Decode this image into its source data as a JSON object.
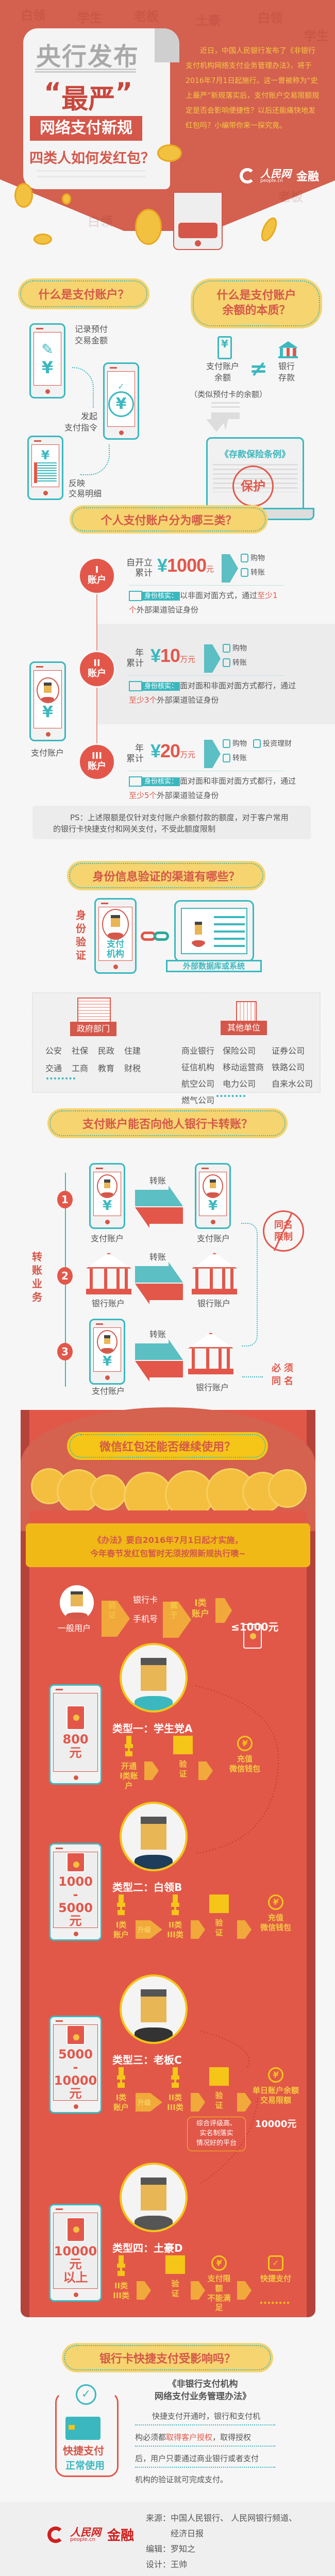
{
  "hero": {
    "title1": "央行发布",
    "quote_open": "“",
    "title2": "最严",
    "quote_close": "”",
    "title3": "网络支付新规",
    "title4": "四类人如何发红包？",
    "intro": "近日，中国人民银行发布了《非银行支付机构网络支付业务管理办法》，将于2016年7月1日起施行。这一曾被称为“史上最严”新规落实后，支付账户交易限额规定是否会影响便捷性？以后还能痛快地发红包吗？小编带你来一探究竟。",
    "logo_text": "人民网",
    "logo_sub": "people.cn",
    "logo_channel": "金融",
    "bg_words": [
      "白领",
      "学生",
      "老板",
      "土豪",
      "白领",
      "学生",
      "老板",
      "白领"
    ]
  },
  "s1": {
    "title": "什么是支付账户？",
    "steps": [
      "记录预付\n交易金额",
      "发起\n支付指令",
      "反映\n交易明细"
    ],
    "yen": "¥"
  },
  "s2": {
    "title": "什么是支付账户\n余额的本质？",
    "left": "支付账户\n余额",
    "neq": "≠",
    "right": "银行\n存款",
    "note": "（类似预付卡的余额）",
    "doc": "《存款保险条例》",
    "stamp": "保护"
  },
  "s3": {
    "title": "个人支付账户分为哪三类？",
    "phone_label": "支付账户",
    "yen": "¥",
    "badge": "身份核实：",
    "tiers": [
      {
        "num": "I",
        "label": "账户",
        "pre": "自开立\n累计",
        "amount": "1000",
        "unit": "元",
        "uses": [
          "购物",
          "转账"
        ],
        "text1": "以非面对面方式，通过",
        "highlight": "至少1个",
        "text2": "外部渠道验证身份"
      },
      {
        "num": "II",
        "label": "账户",
        "pre": "年\n累计",
        "amount": "10",
        "unit": "万元",
        "uses": [
          "购物",
          "转账"
        ],
        "text1": "面对面和非面对面方式都行，通过",
        "highlight": "至少3个",
        "text2": "外部渠道验证身份"
      },
      {
        "num": "III",
        "label": "账户",
        "pre": "年\n累计",
        "amount": "20",
        "unit": "万元",
        "uses": [
          "购物",
          "投资理财",
          "转账"
        ],
        "text1": "面对面和非面对面方式都行，通过",
        "highlight": "至少5个",
        "text2": "外部渠道验证身份"
      }
    ],
    "ps": "PS：上述限额是仅针对支付账户余额付款的额度，对于客户常用的银行卡快捷支付和网关支付，不受此额度限制"
  },
  "s4": {
    "title": "身份信息验证的渠道有哪些？",
    "side": "身\n份\n验\n证",
    "org": "支付\n机构",
    "db": "外部数据库或系统",
    "gov": {
      "label": "政府部门",
      "items": [
        "公安",
        "社保",
        "民政",
        "住建",
        "交通",
        "工商",
        "教育",
        "财税"
      ]
    },
    "other": {
      "label": "其他单位",
      "items": [
        "商业银行",
        "保险公司",
        "证券公司",
        "征信机构",
        "移动运营商",
        "铁路公司",
        "航空公司",
        "电力公司",
        "自来水公司",
        "燃气公司"
      ]
    }
  },
  "s5": {
    "title": "支付账户能否向他人银行卡转账？",
    "side": "转\n账\n业\n务",
    "nums": [
      "1",
      "2",
      "3"
    ],
    "pay": "支付账户",
    "bank": "银行账户",
    "transfer": "转账",
    "restrict": "同名\n限制",
    "must": "必须\n同名",
    "yen": "¥"
  },
  "s6": {
    "title": "微信红包还能否继续使用？",
    "notice1": "《办法》要自2016年7月1日起才实施，",
    "notice2": "今年春节发红包暂时无须按照新规执行噢~",
    "general": {
      "user": "一般用户",
      "verify": "验\n证",
      "card": "银行卡",
      "phone": "手机号",
      "belong": "属\n于",
      "cls": "I类\n账户",
      "limit": "≤1000元"
    },
    "upgrade": "升级",
    "types": [
      {
        "title": "类型一：学生党A",
        "amount": "800\n元",
        "steps": [
          "开通\nI类账户",
          "验\n证",
          "充值\n微信钱包"
        ]
      },
      {
        "title": "类型二：白领B",
        "amount": "1000\n-\n5000\n元",
        "steps": [
          "I类\n账户",
          "II类\nIII类",
          "验\n证",
          "充值\n微信钱包"
        ]
      },
      {
        "title": "类型三：老板C",
        "amount": "5000\n-\n10000\n元",
        "steps": [
          "I类\n账户",
          "II类\nIII类",
          "验\n证",
          "单日账户余额\n交易限额"
        ],
        "limit": "10000元",
        "note": "综合评级高、\n实名制落实\n情况好的平台"
      },
      {
        "title": "类型四：土豪D",
        "amount": "10000\n元\n以上",
        "steps": [
          "II类\nIII类",
          "验\n证",
          "支付限额\n不能满足",
          "快捷支付"
        ]
      }
    ]
  },
  "s7": {
    "title": "银行卡快捷支付受影响吗？",
    "card1": "快捷支付",
    "card2": "正常使用",
    "doc": "《非银行支付机构\n网络支付业务管理办法》",
    "l1": "快捷支付开通时，银行和支付机",
    "l2a": "构必须都",
    "l2b": "取得客户授权",
    "l2c": "，取得授权",
    "l3": "后，用户只要通过商业银行或者支付",
    "l4": "机构的验证就可完成支付。"
  },
  "footer": {
    "logo_text": "人民网",
    "logo_sub": "people.cn",
    "logo_channel": "金融",
    "source": "来源：中国人民银行、 人民网银行频道、\n　　　经济日报",
    "editor": "编辑：罗知之",
    "design": "设计：王帅"
  },
  "colors": {
    "red": "#e2574a",
    "teal": "#3bb8bf",
    "yellow": "#f6d46f",
    "envelope": "#e15849"
  }
}
